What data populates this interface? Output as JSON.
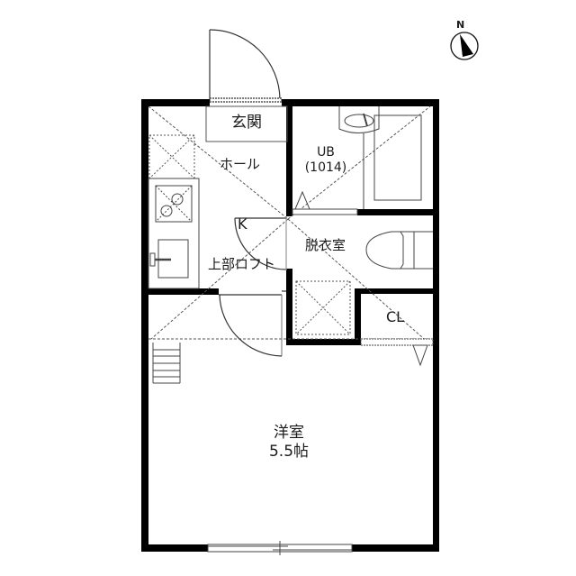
{
  "floor_plan": {
    "compass": {
      "label": "N",
      "icon": "north-arrow-icon"
    },
    "rooms": {
      "genkan": {
        "label": "玄関"
      },
      "hall": {
        "label": "ホール"
      },
      "unit_bath": {
        "label": "UB",
        "size": "(1014)"
      },
      "kitchen": {
        "label": "K"
      },
      "loft": {
        "label": "上部ロフト"
      },
      "dressing_room": {
        "label": "脱衣室"
      },
      "closet": {
        "label": "CL"
      },
      "western_room": {
        "label": "洋室",
        "size": "5.5帖"
      }
    },
    "colors": {
      "wall": "#000000",
      "line": "#333333",
      "background": "#ffffff"
    }
  }
}
